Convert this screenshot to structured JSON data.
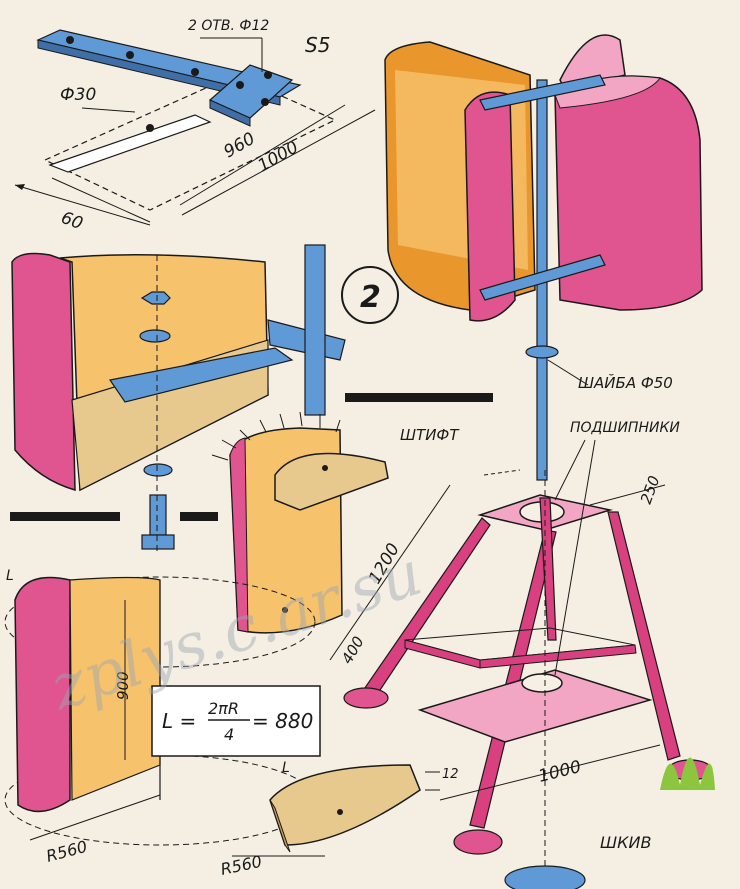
{
  "colors": {
    "paper": "#f4efe2",
    "blade_pink": "#e0558f",
    "blade_pink_light": "#f2a6c4",
    "blade_orange": "#e9962d",
    "blade_inner": "#f6c26b",
    "steel_blue": "#5f9ad6",
    "wood": "#e7c98e",
    "frame_pink": "#d9407f",
    "grass": "#8cc63f",
    "ink": "#1a1a1a"
  },
  "labels": {
    "holes": "2 ОТВ. Ф12",
    "s5": "S5",
    "d30": "Ф30",
    "d960": "960",
    "d1000_top": "1000",
    "d60": "60",
    "fig_num": "2",
    "washer": "ШАЙБА Ф50",
    "pin": "ШТИФТ",
    "bearings": "ПОДШИПНИКИ",
    "d250": "250",
    "d1200": "1200",
    "d400": "400",
    "d1000_base": "1000",
    "pulley": "ШКИВ",
    "d900": "900",
    "L_left": "L",
    "L_bottom": "L",
    "r560_left": "R560",
    "r560_bottom": "R560",
    "d12": "12"
  },
  "formula": {
    "lhs": "L =",
    "numerator": "2πR",
    "denominator": "4",
    "rhs": "= 880"
  },
  "watermark": "zplys.c.ar.su"
}
